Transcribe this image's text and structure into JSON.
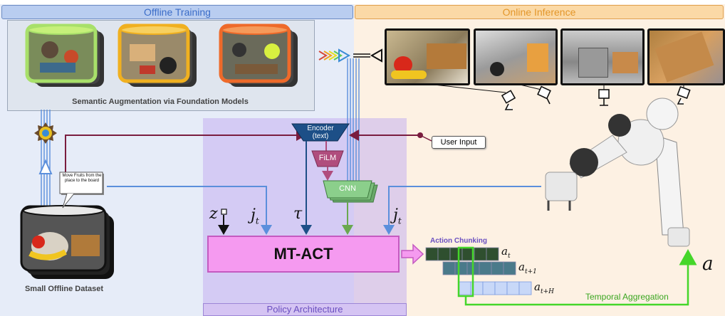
{
  "sections": {
    "offline_training": "Offline Training",
    "online_inference": "Online Inference",
    "policy_architecture": "Policy Architecture"
  },
  "labels": {
    "semantic_augmentation": "Semantic Augmentation via Foundation Models",
    "small_offline_dataset": "Small Offline Dataset",
    "user_input": "User Input",
    "encoder_line1": "Encoder",
    "encoder_line2": "(text)",
    "film": "FiLM",
    "cnn": "CNN",
    "mt_act": "MT-ACT",
    "action_chunking": "Action Chunking",
    "temporal_aggregation": "Temporal Aggregation",
    "speech_text": "Move Fruits from the place to the board"
  },
  "math": {
    "z": "z",
    "j_t_left": "j",
    "j_t_left_sub": "t",
    "tau": "τ",
    "j_t_right": "j",
    "j_t_right_sub": "t",
    "a_t": "a",
    "a_t_sub": "t",
    "a_t1": "a",
    "a_t1_sub": "t+1",
    "a_tH": "a",
    "a_tH_sub": "t+H",
    "a_out": "a"
  },
  "colors": {
    "offline_bg": "#e6ecf8",
    "offline_header": "#b9cdf0",
    "online_bg": "#fdf1e3",
    "online_header": "#fbd9a6",
    "policy_bg": "#dcd0f3",
    "mtact": "#f59af0",
    "encoder": "#1d4f87",
    "film": "#b04d7d",
    "cnn": "#8bcf8b",
    "green_arrow": "#45d62a",
    "blue_line": "#5b8fdc",
    "maroon": "#7a1d3f"
  }
}
